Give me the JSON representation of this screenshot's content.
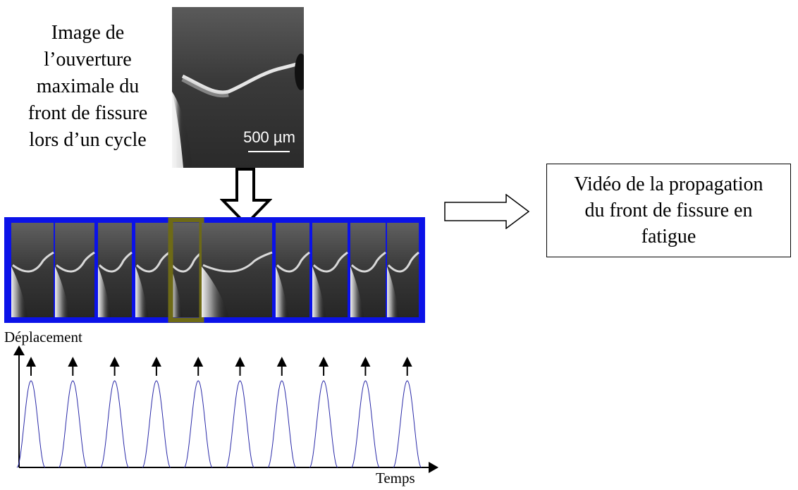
{
  "caption_lines": [
    "Image de",
    "l’ouverture",
    "maximale du",
    "front de fissure",
    "lors d’un cycle"
  ],
  "scale_bar_label": "500 µm",
  "video_box_lines": [
    "Vidéo de la propagation",
    "du front de fissure en",
    "fatigue"
  ],
  "axis": {
    "ylabel": "Déplacement",
    "xlabel": "Temps"
  },
  "frames": {
    "count": 10,
    "highlighted_index": 4
  },
  "peaks": {
    "count": 10
  },
  "colors": {
    "frame_border": "#0b12e8",
    "highlight_border": "#6e6a16",
    "signal": "#2a2aa8"
  }
}
